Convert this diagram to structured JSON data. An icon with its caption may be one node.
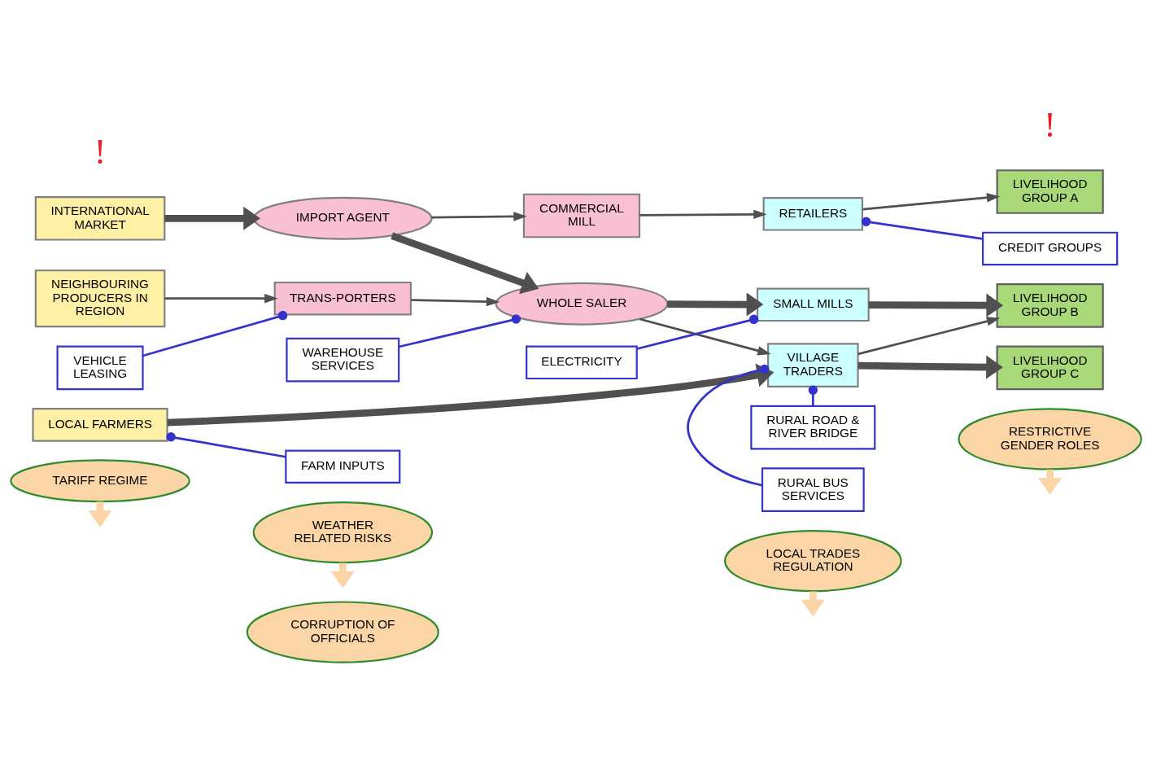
{
  "diagram": {
    "nodes": [
      {
        "text": [
          "TARIFF REGIME"
        ]
      },
      {
        "text": [
          "CORRUPTION OF OFFICIALS"
        ]
      },
      {
        "text": [
          "WEATHER RELATED RISKS"
        ]
      },
      {
        "text": [
          "LOCAL TRADES REGULATION"
        ]
      },
      {
        "text": [
          "RESTRICTIVE GENDER ROLES"
        ]
      },
      {
        "text": [
          "INTERNATIONAL MARKET"
        ]
      },
      {
        "text": [
          "IMPORT AGENT"
        ]
      },
      {
        "text": [
          "COMMERCIAL MILL"
        ]
      },
      {
        "text": [
          "RETAILERS"
        ]
      },
      {
        "text": [
          "LIVELIHOOD GROUP A"
        ]
      },
      {
        "text": [
          "NEIGHBOURING PRODUCERS IN REGION"
        ]
      },
      {
        "text": [
          "TRANS-PORTERS"
        ]
      },
      {
        "text": [
          "WHOLE SALER"
        ]
      },
      {
        "text": [
          "SMALL MILLS"
        ]
      },
      {
        "text": [
          "LIVELIHOOD GROUP B"
        ]
      },
      {
        "text": [
          "LOCAL FARMERS"
        ]
      },
      {
        "text": [
          "VILLAGE TRADERS"
        ]
      },
      {
        "text": [
          "LIVELIHOOD GROUP C"
        ]
      },
      {
        "text": [
          "VEHICLE LEASING"
        ]
      },
      {
        "text": [
          "WAREHOUSE SERVICES"
        ]
      },
      {
        "text": [
          "RURAL ROAD & RIVER BRIDGE"
        ]
      },
      {
        "text": [
          "CREDIT GROUPS"
        ]
      },
      {
        "text": [
          "FARM INPUTS"
        ]
      },
      {
        "text": [
          "ELECTRICITY"
        ]
      },
      {
        "text": [
          "RURAL BUS SERVICES"
        ]
      }
    ],
    "edges": [
      {
        "from": 0,
        "to": null,
        "arrow": "to",
        "style": "thick",
        "color": "#fbd5a5"
      },
      {
        "from": 2,
        "to": null,
        "arrow": "to",
        "style": "thick",
        "color": "#fbd5a5"
      },
      {
        "from": 3,
        "to": null,
        "arrow": "to",
        "style": "thick",
        "color": "#fbd5a5"
      },
      {
        "from": 4,
        "to": null,
        "arrow": "to",
        "style": "thick",
        "color": "#fbd5a5"
      },
      {
        "from": 5,
        "to": 6,
        "arrow": "to",
        "style": "thick"
      },
      {
        "from": 6,
        "to": 7,
        "arrow": "to"
      },
      {
        "from": 7,
        "to": 8,
        "arrow": "to"
      },
      {
        "from": 8,
        "to": 9,
        "arrow": "to"
      },
      {
        "from": 6,
        "to": 12,
        "arrow": "to",
        "style": "thick"
      },
      {
        "from": 10,
        "to": 11,
        "arrow": "to"
      },
      {
        "from": 11,
        "to": 12,
        "arrow": "to"
      },
      {
        "from": 12,
        "to": 13,
        "arrow": "to",
        "style": "thick"
      },
      {
        "from": 13,
        "to": 14,
        "arrow": "to",
        "style": "thick"
      },
      {
        "from": 12,
        "to": 16,
        "arrow": "to"
      },
      {
        "from": 15,
        "to": 16,
        "arrow": "to",
        "style": "thick"
      },
      {
        "from": 16,
        "to": 17,
        "arrow": "to",
        "style": "thick"
      },
      {
        "from": 16,
        "to": 14,
        "arrow": "to"
      },
      {
        "from": 11,
        "to": 18,
        "arrow": "other",
        "color": "#3333cc"
      },
      {
        "from": 15,
        "to": 22,
        "arrow": "other",
        "color": "#3333cc"
      },
      {
        "from": 12,
        "to": 19,
        "arrow": "other",
        "color": "#3333cc"
      },
      {
        "from": 13,
        "to": 23,
        "arrow": "other",
        "color": "#3333cc"
      },
      {
        "from": 16,
        "to": 20,
        "arrow": "other",
        "color": "#3333cc"
      },
      {
        "from": 16,
        "to": 24,
        "arrow": "other",
        "color": "#3333cc"
      },
      {
        "from": 8,
        "to": 21,
        "arrow": "other",
        "color": "#3333cc"
      }
    ],
    "labels": [
      "!",
      "!"
    ]
  }
}
